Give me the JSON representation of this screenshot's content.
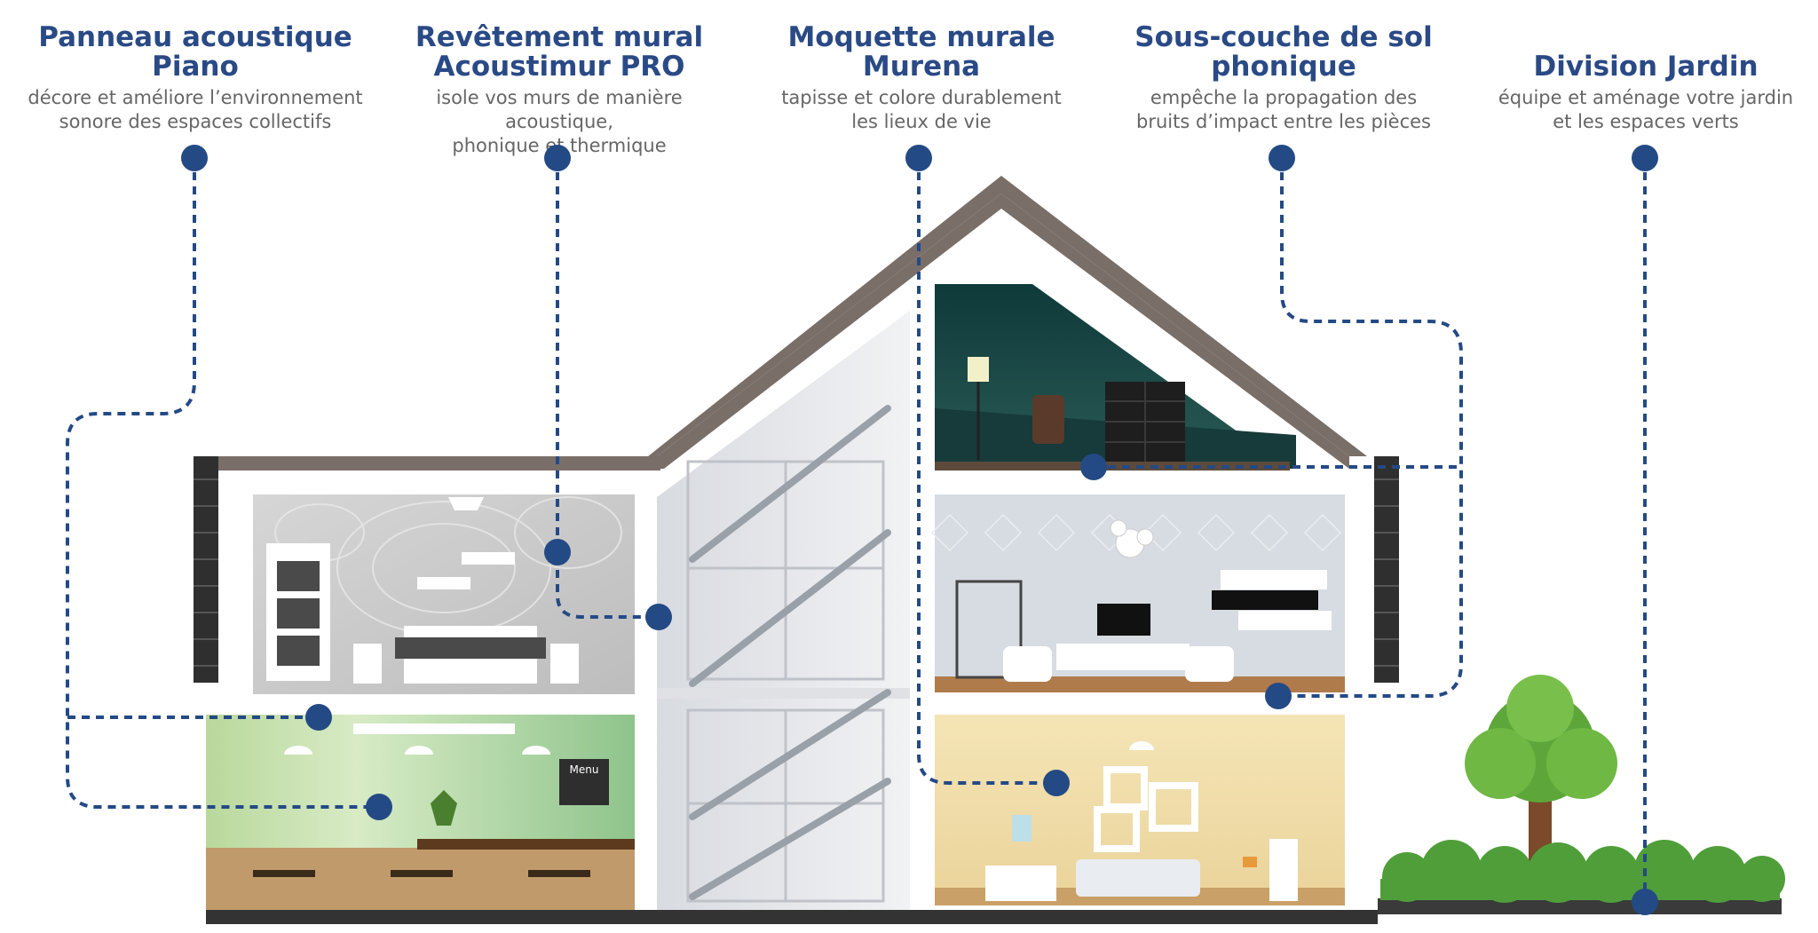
{
  "callouts": [
    {
      "id": "panneau",
      "title_lines": [
        "Panneau acoustique",
        "Piano"
      ],
      "desc_lines": [
        "décore et améliore l’environnement",
        "sonore des espaces collectifs"
      ]
    },
    {
      "id": "revetement",
      "title_lines": [
        "Revêtement mural",
        "Acoustimur PRO"
      ],
      "desc_lines": [
        "isole vos murs de manière acoustique,",
        "phonique et thermique"
      ]
    },
    {
      "id": "moquette",
      "title_lines": [
        "Moquette murale",
        "Murena"
      ],
      "desc_lines": [
        "tapisse et colore durablement",
        "les lieux de vie"
      ]
    },
    {
      "id": "souscouche",
      "title_lines": [
        "Sous-couche de sol",
        "phonique"
      ],
      "desc_lines": [
        "empêche la propagation des",
        "bruits d’impact entre les pièces"
      ]
    },
    {
      "id": "jardin",
      "title_lines": [
        "Division Jardin"
      ],
      "desc_lines": [
        "équipe et aménage votre jardin",
        "et les espaces verts"
      ]
    }
  ],
  "menu_board_text": "Menu",
  "colors": {
    "accent_blue": "#244a85",
    "roof": "#7a6e69",
    "brick": "#2f2f2f",
    "ground": "#333333",
    "tree_green": "#5da63a",
    "trunk": "#7b4a2b",
    "bush_green": "#4f9e3a"
  }
}
